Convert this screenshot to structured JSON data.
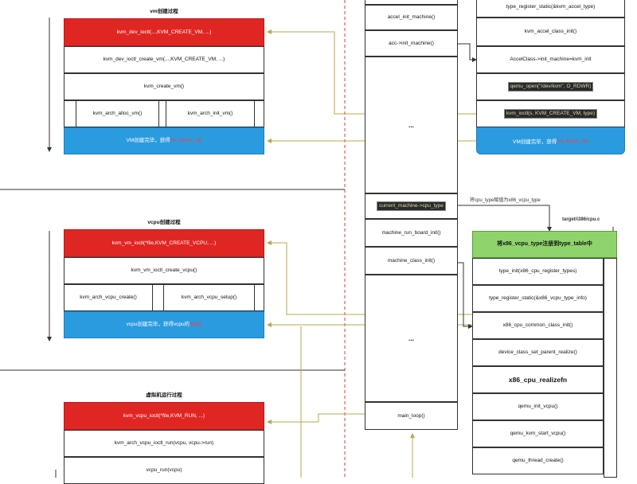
{
  "sections": {
    "vm_title": "vm创建过程",
    "vcpu_title": "vcpu创建过程",
    "run_title": "虚拟机运行过程"
  },
  "vm": {
    "ioctl": "kvm_dev_ioctl(...,KVM_CREATE_VM, ...)",
    "ioctl_create": "kvm_dev_ioctl_create_vm(...,KVM_CREATE_VM, ...)",
    "create": "kvm_create_vm()",
    "alloc": "kvm_arch_alloc_vm()",
    "init": "kvm_arch_init_vm()",
    "done_prefix": "VM创建完毕，获得",
    "done_fd": "vm_fd(vm_fd)"
  },
  "vcpu": {
    "ioctl": "kvm_vm_ioctl(*file,KVM_CREATE_VCPU, ...)",
    "ioctl_create": "kvm_vm_ioctl_create_vcpu()",
    "arch_create": "kvm_arch_vcpu_create()",
    "arch_setup": "kvm_arch_vcpu_setup()",
    "done_prefix": "vcpu创建完毕，获得vcpu的",
    "done_fd": "fd(fd)"
  },
  "run": {
    "ioctl": "kvm_vcpu_ioctl(*file,KVM_RUN, ...)",
    "ioctl_run": "kvm_arch_vcpu_ioctl_run(vcpu, vcpu->run)",
    "vcpu_run": "vcpu_run(vcpu)"
  },
  "center": {
    "accel_init_machine": "accel_init_machine()",
    "acc_init_machine": "acc->init_machine()",
    "dots1": "...",
    "current_machine": "current_machine->cpu_type",
    "machine_run_board_init": "machine_run_board_init()",
    "machine_class_init": "machine_class_init()",
    "dots2": "...",
    "main_loop": "main_loop()"
  },
  "right_top": {
    "type_register": "type_register_static(&kvm_accel_type)",
    "class_init": "kvm_accel_class_init()",
    "accel_init": "AccelClass->init_machine=kvm_init",
    "qemu_open": "qemu_open(\"/dev/kvm\", O_RDWR)",
    "kvm_ioctl": "kvm_ioctl(s, KVM_CREATE_VM, type)",
    "done_prefix": "VM创建完毕，获得",
    "done_fd": "vm_fd(vm_fd)"
  },
  "right_bottom": {
    "note": "将cpu_type赋值为x86_vcpu_type",
    "file": "target/i386/cpu.c",
    "header": "将x86_vcpu_type注册到type_table中",
    "type_init": "type_init(x86_cpu_register_types)",
    "type_register": "type_register_static(&x86_vcpu_type_info)",
    "common_class_init": "x86_cpu_common_class_init()",
    "set_parent_realize": "device_class_set_parent_realize()",
    "realizefn": "x86_cpu_realizefn",
    "init_vcpu": "qemu_init_vcpu()",
    "start_vcpu": "qemu_kvm_start_vcpu()",
    "thread_create": "qemu_thread_create()"
  },
  "colors": {
    "red": "#e02623",
    "blue": "#2b9be0",
    "green": "#8fd36b",
    "arrow": "#b8a84a",
    "divider": "#e23b3b"
  }
}
